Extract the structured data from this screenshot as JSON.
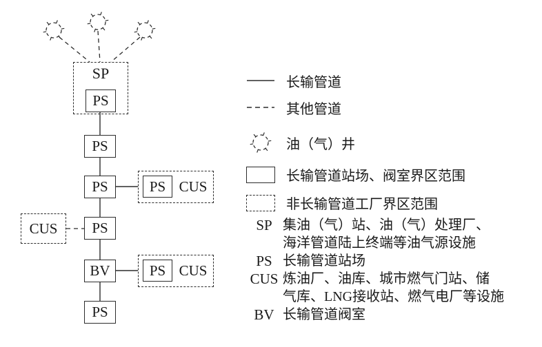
{
  "colors": {
    "ink": "#2b2b2b",
    "background": "#ffffff"
  },
  "diagram": {
    "sp": "SP",
    "ps": "PS",
    "cus": "CUS",
    "bv": "BV"
  },
  "legend": {
    "symbols": [
      {
        "icon": "solid-line",
        "label": "长输管道"
      },
      {
        "icon": "dashed-line",
        "label": "其他管道"
      },
      {
        "icon": "well",
        "label": "油（气）井"
      },
      {
        "icon": "solid-rect",
        "label": "长输管道站场、阀室界区范围"
      },
      {
        "icon": "dashed-rect",
        "label": "非长输管道工厂界区范围"
      }
    ],
    "abbreviations": [
      {
        "key": "SP",
        "desc_lines": [
          "集油（气）站、油（气）处理厂、",
          "海洋管道陆上终端等油气源设施"
        ]
      },
      {
        "key": "PS",
        "desc_lines": [
          "长输管道站场"
        ]
      },
      {
        "key": "CUS",
        "desc_lines": [
          "炼油厂、油库、城市燃气门站、储",
          "气库、LNG接收站、燃气电厂等设施"
        ]
      },
      {
        "key": "BV",
        "desc_lines": [
          "长输管道阀室"
        ]
      }
    ]
  }
}
